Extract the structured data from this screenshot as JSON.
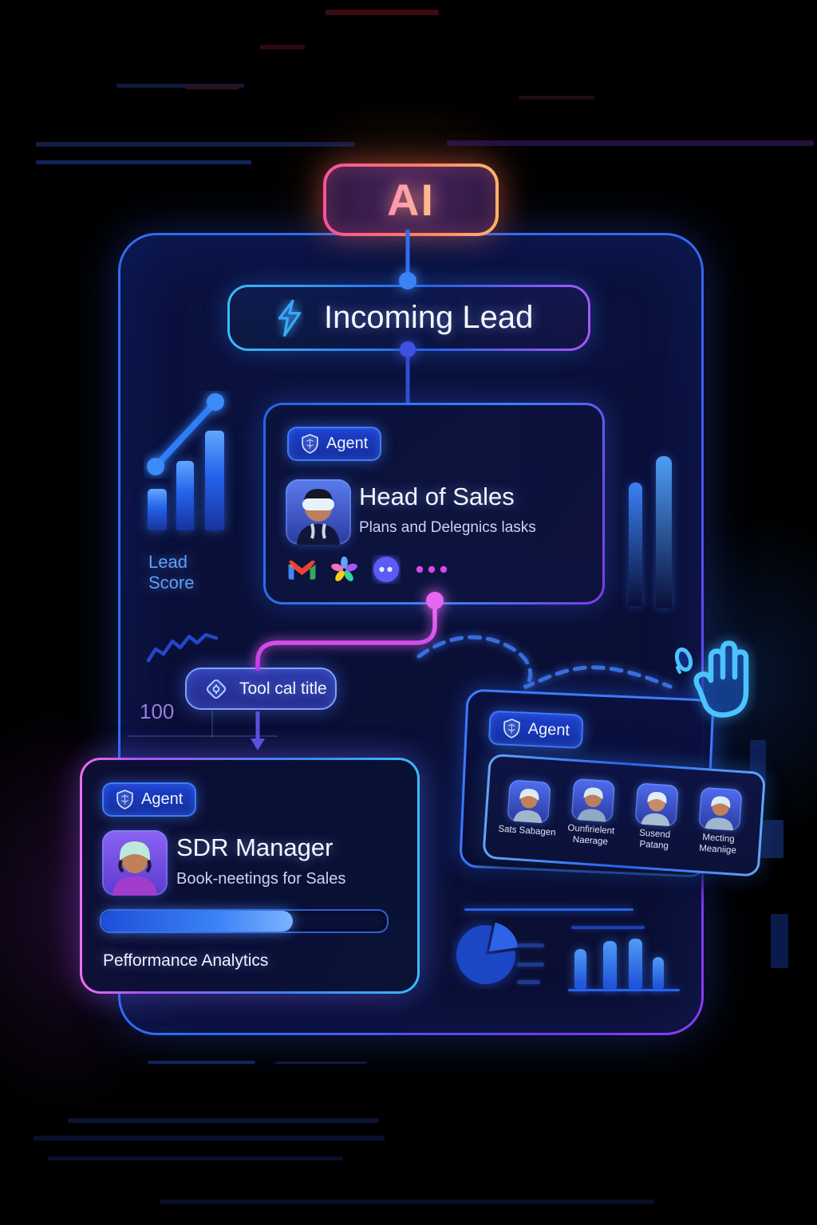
{
  "ai_badge": {
    "label": "AI"
  },
  "incoming_lead": {
    "label": "Incoming Lead",
    "icon": "lightning-icon"
  },
  "head_card": {
    "agent_label": "Agent",
    "title": "Head of Sales",
    "subtitle": "Plans and Delegnics lasks",
    "integration_icons": [
      "gmail-icon",
      "pinwheel-icon",
      "chat-dots-icon",
      "more-ellipsis-icon"
    ]
  },
  "lead_score": {
    "label": "Lead Score",
    "axis_value": "100",
    "bars": [
      52,
      87,
      125
    ]
  },
  "tool_call": {
    "label": "Tool cal title",
    "icon": "tool-diamond-icon"
  },
  "sdr_card": {
    "agent_label": "Agent",
    "title": "SDR Manager",
    "subtitle": "Book-neetings for Sales",
    "footer": "Pefformance Analytics",
    "progress_percent": 67
  },
  "team_card": {
    "agent_label": "Agent",
    "members": [
      "Sats Sabagen",
      "Ounfirielent Naerage",
      "Susend Patang",
      "Mecting Meaniige"
    ]
  },
  "mini_dashboard": {
    "bars": [
      50,
      60,
      63,
      40
    ]
  },
  "colors": {
    "accent_orange": "#ffb36b",
    "accent_pink": "#ff4fa0",
    "accent_blue": "#3b82f6",
    "accent_cyan": "#38bdf8",
    "accent_purple": "#a855f7",
    "accent_magenta": "#e879f9",
    "background": "#000000",
    "panel": "#0a1240"
  }
}
